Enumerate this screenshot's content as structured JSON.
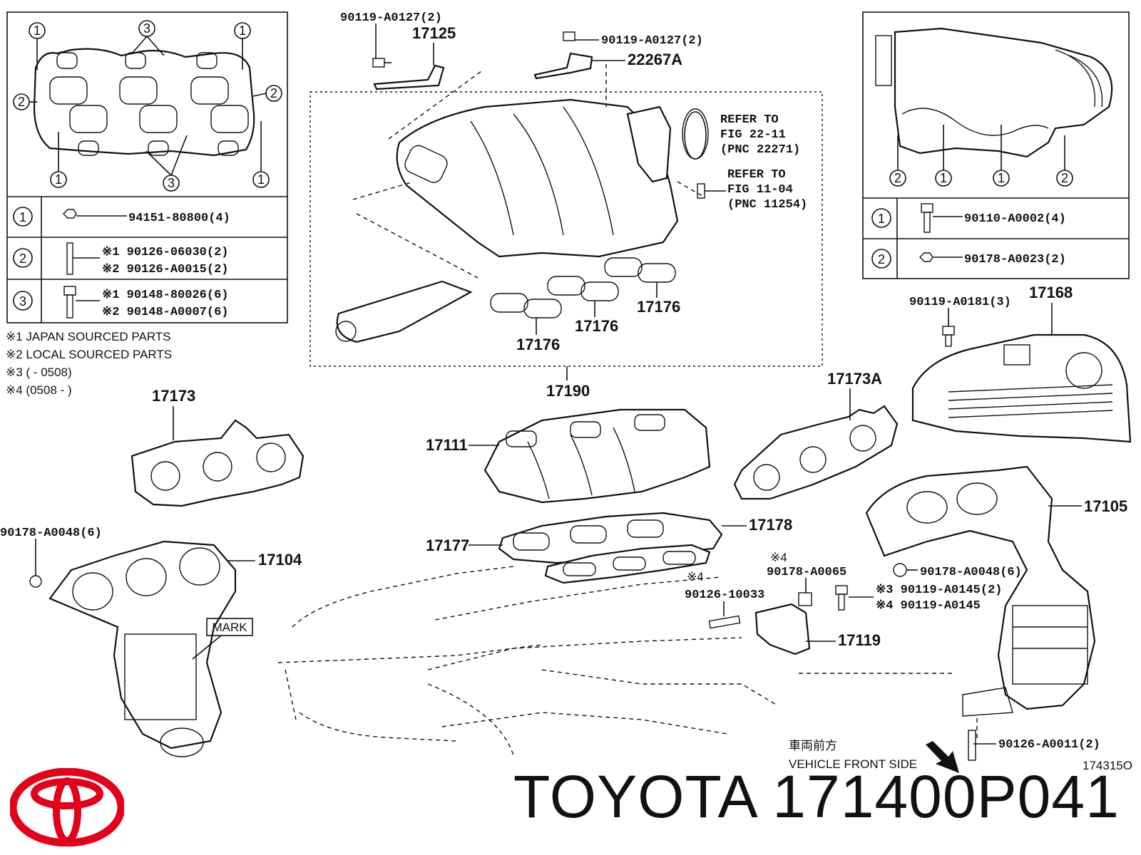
{
  "legend_left": {
    "rows": [
      {
        "num": "1",
        "lines": [
          "94151-80800(4)"
        ]
      },
      {
        "num": "2",
        "lines": [
          "※1 90126-06030(2)",
          "※2 90126-A0015(2)"
        ]
      },
      {
        "num": "3",
        "lines": [
          "※1 90148-80026(6)",
          "※2 90148-A0007(6)"
        ]
      }
    ],
    "callouts": [
      "1",
      "3",
      "1",
      "2",
      "2",
      "1",
      "3",
      "1"
    ]
  },
  "legend_right": {
    "rows": [
      {
        "num": "1",
        "lines": [
          "90110-A0002(4)"
        ]
      },
      {
        "num": "2",
        "lines": [
          "90178-A0023(2)"
        ]
      }
    ],
    "callouts": [
      "2",
      "1",
      "1",
      "2"
    ]
  },
  "notes": [
    "※1 JAPAN SOURCED PARTS",
    "※2 LOCAL SOURCED PARTS",
    "※3 (        - 0508)",
    "※4 (0508 -        )"
  ],
  "labels": {
    "p1": "90119-A0127(2)",
    "p2": "17125",
    "p3": "90119-A0127(2)",
    "p4": "22267A",
    "refer1": [
      "REFER TO",
      "FIG 22-11",
      "(PNC 22271)"
    ],
    "refer2": [
      "REFER TO",
      "FIG 11-04",
      "(PNC 11254)"
    ],
    "g1": "17176",
    "g2": "17176",
    "g3": "17176",
    "p17190": "17190",
    "p17173": "17173",
    "p17173a": "17173A",
    "p17111": "17111",
    "p17178": "17178",
    "p17177": "17177",
    "p17104": "17104",
    "p90178l": "90178-A0048(6)",
    "mark": "MARK",
    "p90119a0181": "90119-A0181(3)",
    "p17168": "17168",
    "p17105": "17105",
    "p90178r": "90178-A0048(6)",
    "n4a": "※4",
    "p90178a0065": "90178-A0065",
    "n4b": "※4",
    "p90126_10033": "90126-10033",
    "p90119a0145_3": "※3 90119-A0145(2)",
    "p90119a0145_4": "※4 90119-A0145",
    "p17119": "17119",
    "p90126a0011": "90126-A0011(2)",
    "front_jp": "車両前方",
    "front_en": "VEHICLE FRONT SIDE",
    "fig_code": "174315O"
  },
  "brand": {
    "text": "TOYOTA 171400P041",
    "logo_color": "#e3001b"
  }
}
